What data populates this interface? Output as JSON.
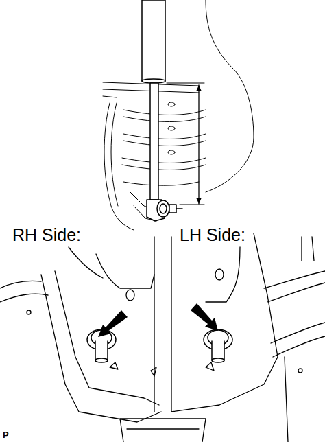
{
  "diagram": {
    "labels": [
      "RH Side:",
      "LH Side:",
      "P"
    ]
  }
}
